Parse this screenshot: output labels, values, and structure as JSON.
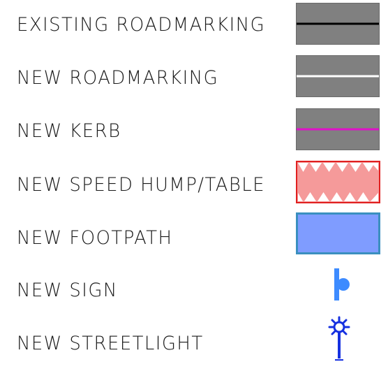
{
  "legend": {
    "items": [
      {
        "label": "EXISTING ROADMARKING",
        "symbol": "road-with-black-line",
        "line_color": "#000000"
      },
      {
        "label": "NEW ROADMARKING",
        "symbol": "road-with-white-line",
        "line_color": "#ffffff"
      },
      {
        "label": "NEW KERB",
        "symbol": "road-with-magenta-line",
        "line_color": "#e010c8"
      },
      {
        "label": "NEW SPEED HUMP/TABLE",
        "symbol": "speed-hump-zigzag",
        "fill_color": "#f59a9a",
        "border_color": "#e02020"
      },
      {
        "label": "NEW FOOTPATH",
        "symbol": "footpath-rectangle",
        "fill_color": "#7f9cff",
        "border_color": "#3a8fbf"
      },
      {
        "label": "NEW SIGN",
        "symbol": "sign-icon",
        "color": "#3d8bff"
      },
      {
        "label": "NEW STREETLIGHT",
        "symbol": "streetlight-icon",
        "color": "#1530e0"
      }
    ]
  },
  "colors": {
    "road_fill": "#808080",
    "text": "#1a1a1a"
  }
}
